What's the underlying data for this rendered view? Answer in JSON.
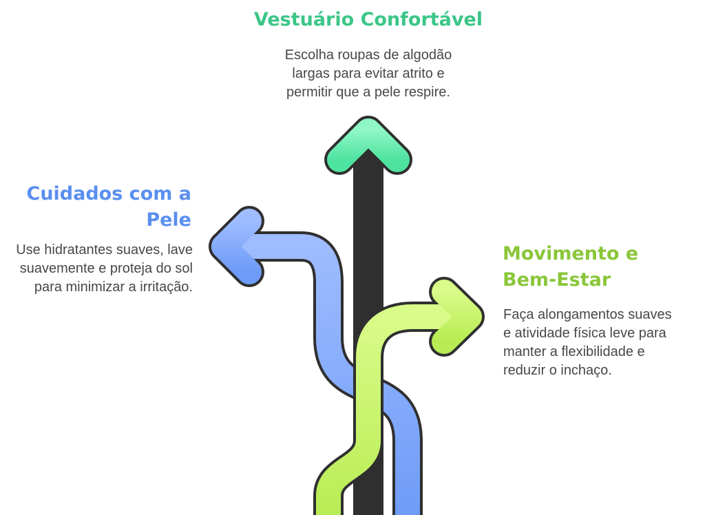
{
  "diagram": {
    "center": {
      "title": "Vestuário Confortável",
      "description": "Escolha roupas de algodão largas para evitar atrito e permitir que a pele respire.",
      "color": "#3bc687"
    },
    "left": {
      "title": "Cuidados com a Pele",
      "description": "Use hidratantes suaves, lave suavemente e proteja do sol para minimizar a irritação.",
      "color": "#5a8ff0"
    },
    "right": {
      "title": "Movimento e Bem-Estar",
      "description": "Faça alongamentos suaves e atividade física leve para manter a flexibilidade e reduzir o inchaço.",
      "color": "#8ac63a"
    }
  }
}
